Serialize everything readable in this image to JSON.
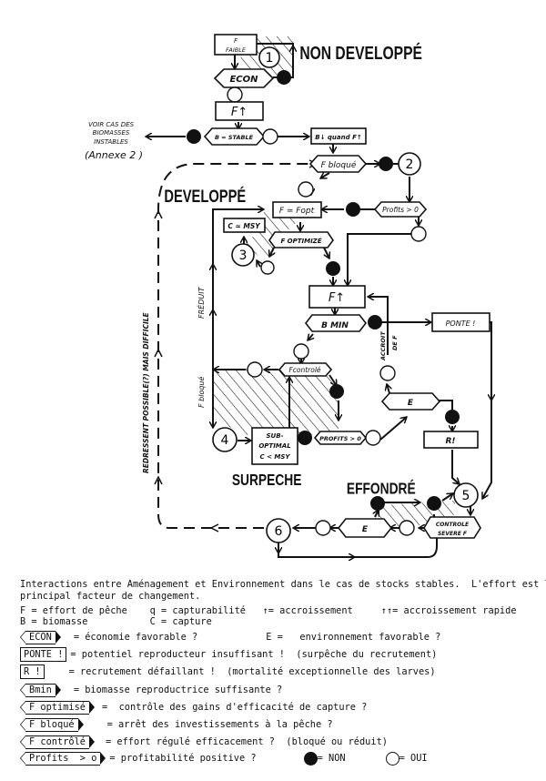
{
  "diagram": {
    "states": {
      "non_developpe": "NON DEVELOPPÉ",
      "developpe": "DEVELOPPÉ",
      "surpeche": "SURPECHE",
      "effondre": "EFFONDRÉ"
    },
    "state_numbers": [
      "1",
      "2",
      "3",
      "4",
      "5",
      "6"
    ],
    "nodes": {
      "f_faible_1": "F",
      "f_faible_2": "FAIBLE",
      "econ": "ECON",
      "f_up_1": "F↑",
      "b_stable": "B = STABLE",
      "b_down": "B↓ quand F↑",
      "f_bloque": "F bloqué",
      "profits_1": "Profits > 0",
      "f_fopt": "F ≃ Fopt",
      "c_msy": "C ≃ MSY",
      "f_optimize": "F OPTIMIZÉ",
      "f_up_2": "F↑",
      "b_min": "B MIN",
      "ponte": "PONTE !",
      "f_controle": "Fcontrolé",
      "e_1": "E",
      "r": "R!",
      "sub_optimal_1": "SUB-",
      "sub_optimal_2": "OPTIMAL",
      "sub_optimal_3": "C < MSY",
      "profits_2": "PROFITS > 0",
      "controle_severe_1": "CONTROLE",
      "controle_severe_2": "SEVERE F",
      "e_2": "E"
    },
    "annotations": {
      "voir_1": "VOIR CAS DES",
      "voir_2": "BIOMASSES",
      "voir_3": "INSTABLES",
      "annexe": "(Annexe 2 )",
      "redressement": "REDRESSENT POSSIBLE(?) MAIS DIFFICILE",
      "f_reduit": "FRÉDUIT",
      "f_bloque_side": "F bloqué",
      "accroit_1": "ACCROIT",
      "accroit_2": "DE F"
    }
  },
  "caption": {
    "line1": "Interactions entre Aménagement et Environnement dans le cas de stocks stables.  L'effort est le",
    "line2": "principal facteur de changement.",
    "line3": "F = effort de pêche    q = capturabilité   ↑= accroissement     ↑↑= accroissement rapide",
    "line4": "B = biomasse           C = capture"
  },
  "legend": [
    {
      "symbol": "ECON",
      "shape": "hexagon",
      "text": "= économie favorable ?",
      "extra": "E =   environnement favorable ?"
    },
    {
      "symbol": "PONTE !",
      "shape": "box",
      "text": "= potentiel reproducteur insuffisant !  (surpêche du recrutement)"
    },
    {
      "symbol": "R !",
      "shape": "box",
      "text": "= recrutement défaillant !  (mortalité exceptionnelle des larves)"
    },
    {
      "symbol": "Bmin",
      "shape": "hexagon",
      "text": "= biomasse reproductrice suffisante ?"
    },
    {
      "symbol": "F optimisé",
      "shape": "hexagon",
      "text": "=  contrôle des gains d'efficacité de capture ?"
    },
    {
      "symbol": "F bloqué",
      "shape": "hexagon",
      "text": "= arrêt des investissements à la pêche ?"
    },
    {
      "symbol": "F contrôlé",
      "shape": "hexagon",
      "text": "= effort régulé efficacement ?  (bloqué ou réduit)"
    },
    {
      "symbol": "Profits  > o",
      "shape": "hexagon",
      "text": "= profitabilité positive ?"
    }
  ],
  "key": {
    "non": "= NON",
    "oui": "= OUI"
  }
}
